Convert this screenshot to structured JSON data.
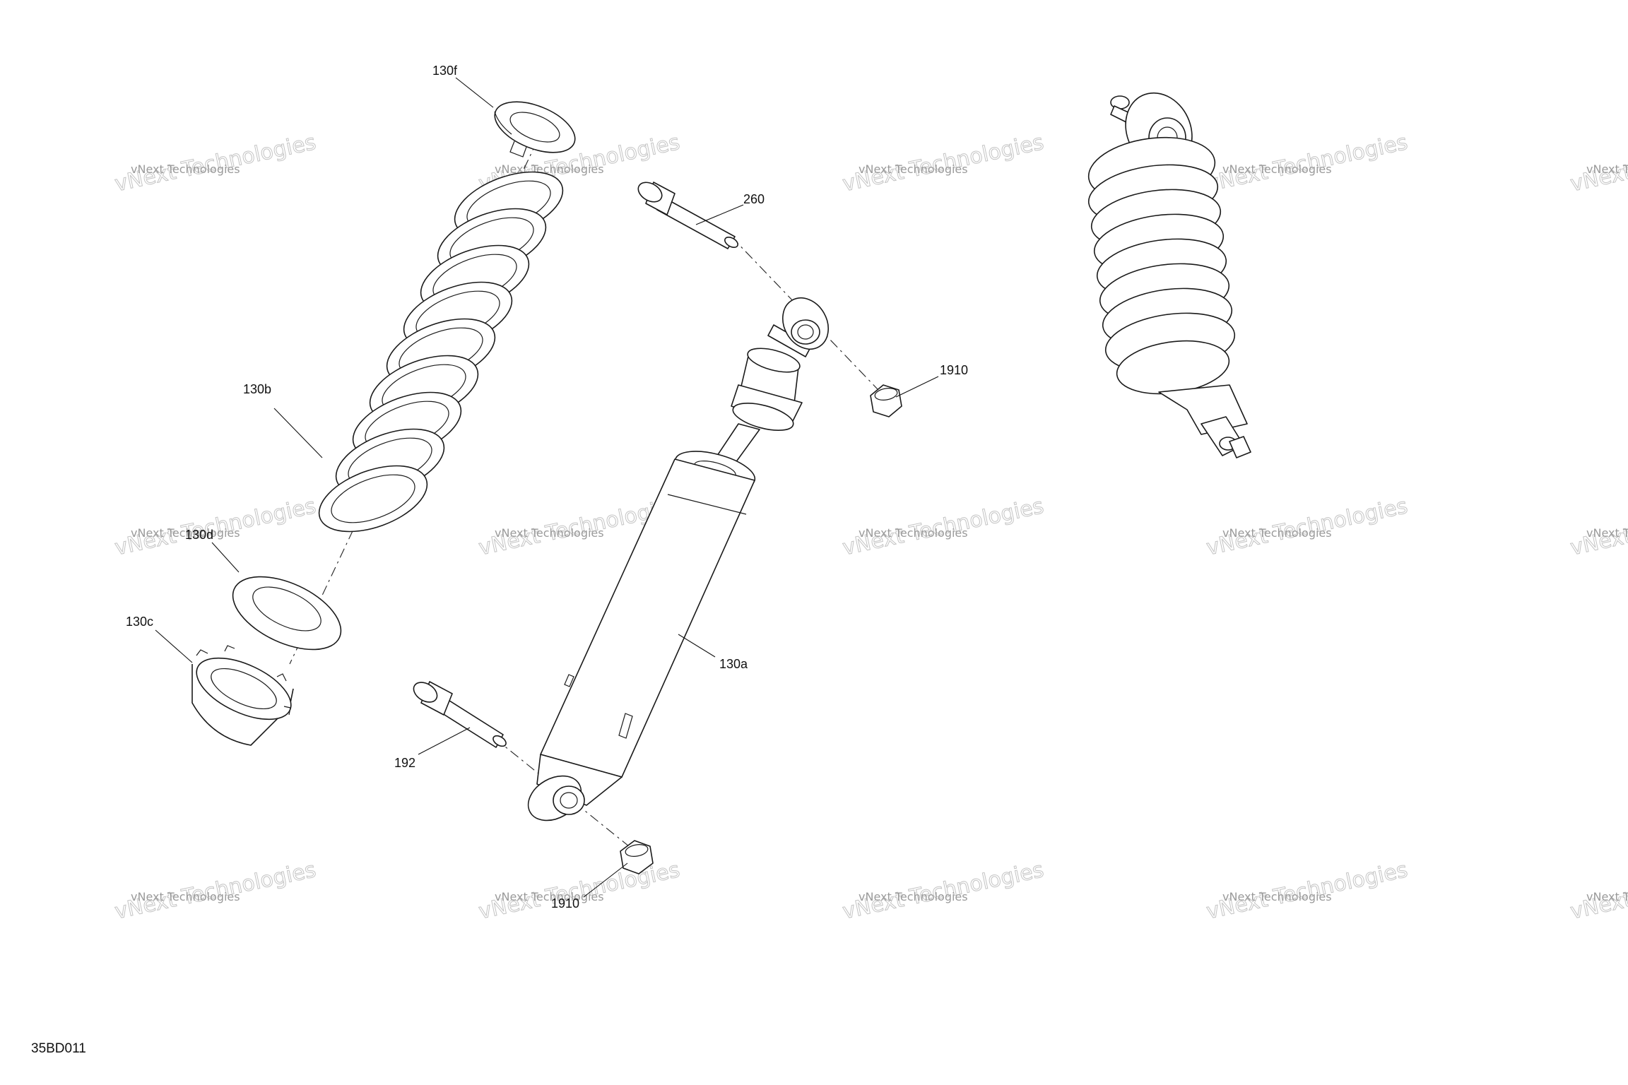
{
  "callouts": {
    "c130f": "130f",
    "c260": "260",
    "c1910": "1910",
    "c130b": "130b",
    "c130d": "130d",
    "c130c": "130c",
    "c130a": "130a",
    "c192": "192",
    "c1910b": "1910"
  },
  "drawing_id": "35BD011",
  "watermark": {
    "line1": "vNext Technologies",
    "line2": "vNext Technologies"
  }
}
